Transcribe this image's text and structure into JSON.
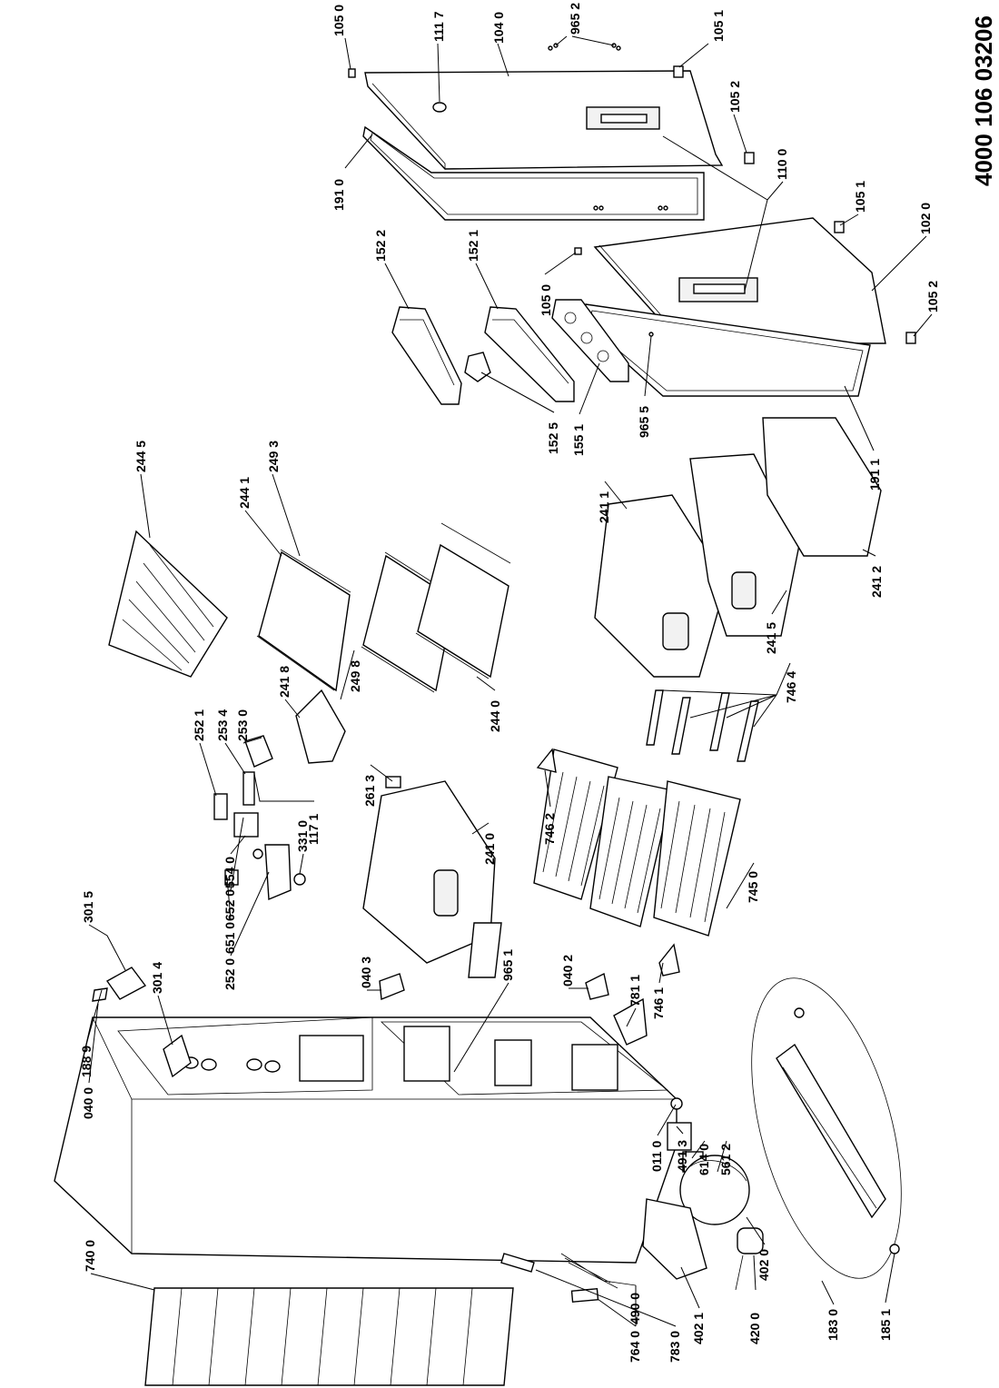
{
  "document_number": "4000 106 03206",
  "callouts": [
    {
      "id": "c1050a",
      "text": "105 0"
    },
    {
      "id": "c1117",
      "text": "111 7"
    },
    {
      "id": "c1040",
      "text": "104 0"
    },
    {
      "id": "c9652",
      "text": "965 2"
    },
    {
      "id": "c1051a",
      "text": "105 1"
    },
    {
      "id": "c1052a",
      "text": "105 2"
    },
    {
      "id": "c1910",
      "text": "191 0"
    },
    {
      "id": "c1100",
      "text": "110 0"
    },
    {
      "id": "c1522",
      "text": "152 2"
    },
    {
      "id": "c1521",
      "text": "152 1"
    },
    {
      "id": "c1050b",
      "text": "105 0"
    },
    {
      "id": "c1051b",
      "text": "105 1"
    },
    {
      "id": "c1020",
      "text": "102 0"
    },
    {
      "id": "c1052b",
      "text": "105 2"
    },
    {
      "id": "c9655",
      "text": "965 5"
    },
    {
      "id": "c1525",
      "text": "152 5"
    },
    {
      "id": "c1551",
      "text": "155 1"
    },
    {
      "id": "c1911",
      "text": "191 1"
    },
    {
      "id": "c2445",
      "text": "244 5"
    },
    {
      "id": "c2493",
      "text": "249 3"
    },
    {
      "id": "c2441",
      "text": "244 1"
    },
    {
      "id": "c2498",
      "text": "249 8"
    },
    {
      "id": "c2440",
      "text": "244 0"
    },
    {
      "id": "c2411",
      "text": "241 1"
    },
    {
      "id": "c2412",
      "text": "241 2"
    },
    {
      "id": "c2415",
      "text": "241 5"
    },
    {
      "id": "c7464",
      "text": "746 4"
    },
    {
      "id": "c2521",
      "text": "252 1"
    },
    {
      "id": "c2534",
      "text": "253 4"
    },
    {
      "id": "c2530",
      "text": "253 0"
    },
    {
      "id": "c2418",
      "text": "241 8"
    },
    {
      "id": "c2613",
      "text": "261 3"
    },
    {
      "id": "c2410",
      "text": "241 0"
    },
    {
      "id": "c1171",
      "text": "117 1"
    },
    {
      "id": "c3310",
      "text": "331 0"
    },
    {
      "id": "c5540",
      "text": "554 0"
    },
    {
      "id": "c6520",
      "text": "652 0"
    },
    {
      "id": "c6510",
      "text": "651 0"
    },
    {
      "id": "c2520",
      "text": "252 0"
    },
    {
      "id": "c7462",
      "text": "746 2"
    },
    {
      "id": "c3015",
      "text": "301 5"
    },
    {
      "id": "c3014",
      "text": "301 4"
    },
    {
      "id": "c0403",
      "text": "040 3"
    },
    {
      "id": "c9651",
      "text": "965 1"
    },
    {
      "id": "c0402",
      "text": "040 2"
    },
    {
      "id": "c7811",
      "text": "781 1"
    },
    {
      "id": "c7461",
      "text": "746 1"
    },
    {
      "id": "c7450",
      "text": "745 0"
    },
    {
      "id": "c1889",
      "text": "188 9"
    },
    {
      "id": "c0400",
      "text": "040 0"
    },
    {
      "id": "c0110",
      "text": "011 0"
    },
    {
      "id": "c4913",
      "text": "491 3"
    },
    {
      "id": "c6140",
      "text": "614 0"
    },
    {
      "id": "c5612",
      "text": "561 2"
    },
    {
      "id": "c7400",
      "text": "740 0"
    },
    {
      "id": "c7640",
      "text": "764 0"
    },
    {
      "id": "c7830",
      "text": "783 0"
    },
    {
      "id": "c4900",
      "text": "490 0"
    },
    {
      "id": "c4021",
      "text": "402 1"
    },
    {
      "id": "c4200",
      "text": "420 0"
    },
    {
      "id": "c4020",
      "text": "402 0"
    },
    {
      "id": "c1830",
      "text": "183 0"
    },
    {
      "id": "c1851",
      "text": "185 1"
    }
  ]
}
